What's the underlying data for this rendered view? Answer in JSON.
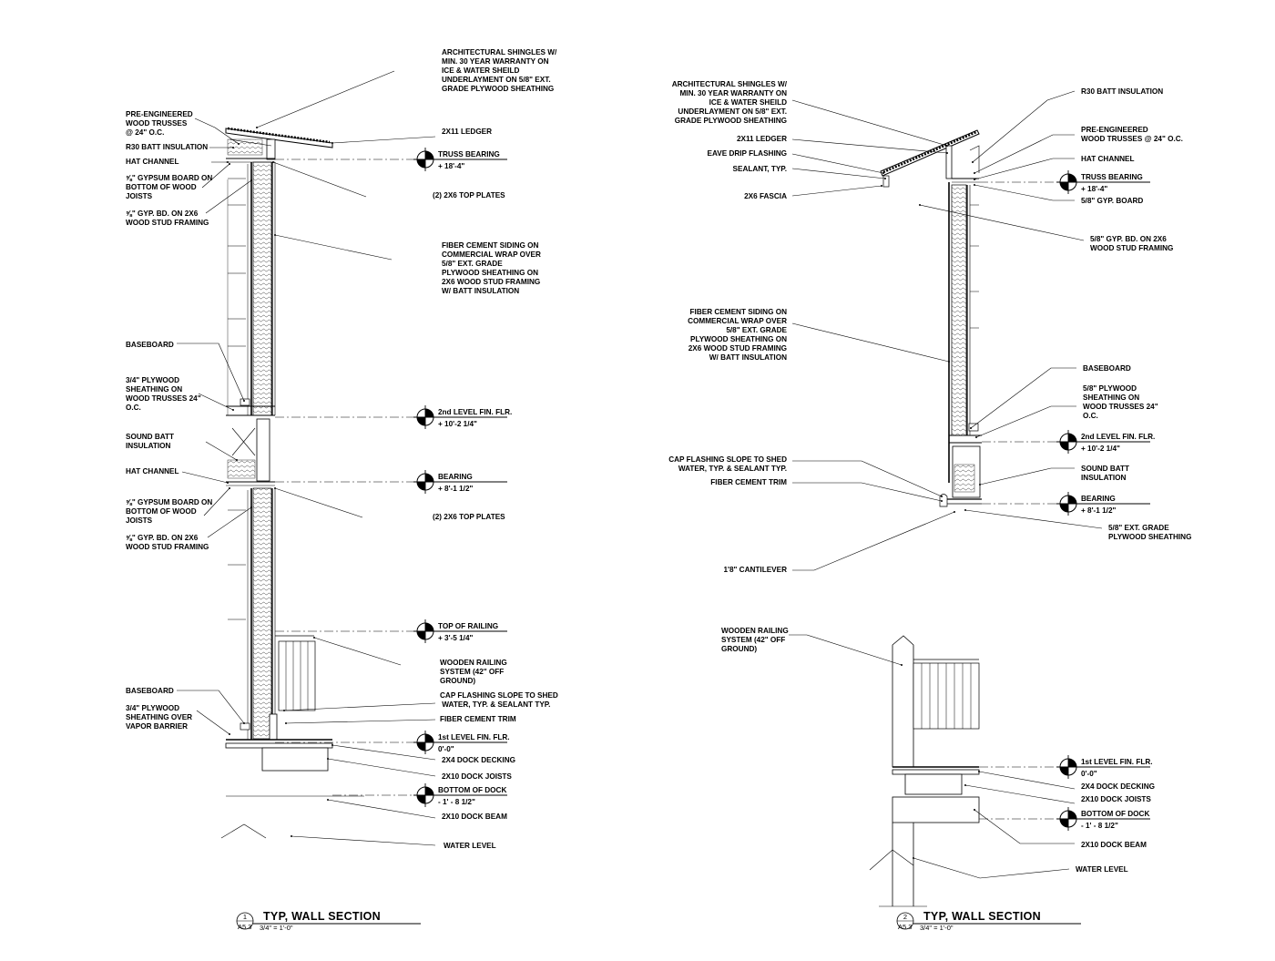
{
  "sections": [
    {
      "id": "left",
      "title": "TYP, WALL SECTION",
      "detail_number": "1",
      "sheet_ref": "A5.3",
      "scale": "3/4\" = 1'-0\"",
      "labels": [
        {
          "lines": [
            "ARCHITECTURAL SHINGLES W/",
            "MIN. 30 YEAR WARRANTY ON",
            "ICE & WATER SHEILD",
            "UNDERLAYMENT ON 5/8\" EXT.",
            "GRADE PLYWOOD SHEATHING"
          ]
        },
        {
          "lines": [
            "PRE-ENGINEERED",
            "WOOD TRUSSES",
            "@ 24\" O.C."
          ]
        },
        {
          "lines": [
            "2X11 LEDGER"
          ]
        },
        {
          "lines": [
            "R30 BATT INSULATION"
          ]
        },
        {
          "lines": [
            "HAT CHANNEL"
          ]
        },
        {
          "lines": [
            "⅝\" GYPSUM BOARD ON",
            "BOTTOM OF WOOD",
            "JOISTS"
          ]
        },
        {
          "lines": [
            "(2)   2X6 TOP PLATES"
          ]
        },
        {
          "lines": [
            "⅝\" GYP. BD. ON 2X6",
            "WOOD STUD FRAMING"
          ]
        },
        {
          "lines": [
            "FIBER CEMENT SIDING ON",
            "COMMERCIAL WRAP OVER",
            "5/8\" EXT. GRADE",
            "PLYWOOD SHEATHING ON",
            "2X6 WOOD STUD FRAMING",
            "W/ BATT INSULATION"
          ]
        },
        {
          "lines": [
            "BASEBOARD"
          ]
        },
        {
          "lines": [
            "3/4\" PLYWOOD",
            "SHEATHING ON",
            "WOOD TRUSSES 24\"",
            "O.C."
          ]
        },
        {
          "lines": [
            "SOUND BATT",
            "INSULATION"
          ]
        },
        {
          "lines": [
            "HAT CHANNEL"
          ]
        },
        {
          "lines": [
            "⅝\" GYPSUM BOARD ON",
            "BOTTOM OF WOOD",
            "JOISTS"
          ]
        },
        {
          "lines": [
            "(2)   2X6 TOP PLATES"
          ]
        },
        {
          "lines": [
            "⅝\" GYP. BD. ON 2X6",
            "WOOD STUD FRAMING"
          ]
        },
        {
          "lines": [
            "WOODEN RAILING",
            "SYSTEM (42\" OFF",
            "GROUND)"
          ]
        },
        {
          "lines": [
            "CAP FLASHING SLOPE TO SHED",
            "   WATER, TYP. & SEALANT TYP."
          ]
        },
        {
          "lines": [
            "FIBER CEMENT TRIM"
          ]
        },
        {
          "lines": [
            "BASEBOARD"
          ]
        },
        {
          "lines": [
            "3/4\" PLYWOOD",
            "SHEATHING OVER",
            "VAPOR BARRIER"
          ]
        },
        {
          "lines": [
            "2X4 DOCK DECKING"
          ]
        },
        {
          "lines": [
            "2X10 DOCK JOISTS"
          ]
        },
        {
          "lines": [
            "2X10 DOCK BEAM"
          ]
        },
        {
          "lines": [
            "WATER LEVEL"
          ]
        }
      ],
      "elevations": [
        {
          "name": "TRUSS BEARING",
          "value": "+ 18'-4\""
        },
        {
          "name": "2nd LEVEL FIN. FLR.",
          "value": "+ 10'-2 1/4\""
        },
        {
          "name": "BEARING",
          "value": "+ 8'-1 1/2\""
        },
        {
          "name": "TOP OF RAILING",
          "value": "+ 3'-5 1/4\""
        },
        {
          "name": "1st LEVEL FIN. FLR.",
          "value": "0'-0\""
        },
        {
          "name": "BOTTOM OF DOCK",
          "value": "- 1' - 8 1/2\""
        }
      ]
    },
    {
      "id": "right",
      "title": "TYP, WALL SECTION",
      "detail_number": "2",
      "sheet_ref": "A5.3",
      "scale": "3/4\" = 1'-0\"",
      "labels": [
        {
          "lines": [
            "ARCHITECTURAL SHINGLES W/",
            "MIN. 30 YEAR WARRANTY ON",
            "ICE & WATER SHEILD",
            "UNDERLAYMENT ON 5/8\" EXT.",
            "GRADE PLYWOOD SHEATHING"
          ]
        },
        {
          "lines": [
            "2X11 LEDGER"
          ]
        },
        {
          "lines": [
            "EAVE DRIP FLASHING"
          ]
        },
        {
          "lines": [
            "SEALANT, TYP."
          ]
        },
        {
          "lines": [
            "2X6 FASCIA"
          ]
        },
        {
          "lines": [
            "R30 BATT INSULATION"
          ]
        },
        {
          "lines": [
            "PRE-ENGINEERED",
            "WOOD TRUSSES @ 24\" O.C."
          ]
        },
        {
          "lines": [
            "HAT CHANNEL"
          ]
        },
        {
          "lines": [
            "5/8\" GYP. BOARD"
          ]
        },
        {
          "lines": [
            "5/8\" GYP. BD. ON 2X6",
            "WOOD STUD FRAMING"
          ]
        },
        {
          "lines": [
            "FIBER CEMENT SIDING ON",
            "COMMERCIAL WRAP OVER",
            "5/8\" EXT. GRADE",
            "PLYWOOD SHEATHING ON",
            "2X6 WOOD STUD FRAMING",
            "W/ BATT INSULATION"
          ]
        },
        {
          "lines": [
            "BASEBOARD"
          ]
        },
        {
          "lines": [
            "5/8\" PLYWOOD",
            "SHEATHING ON",
            "WOOD TRUSSES 24\"",
            "O.C."
          ]
        },
        {
          "lines": [
            "SOUND BATT",
            "INSULATION"
          ]
        },
        {
          "lines": [
            "CAP FLASHING SLOPE TO SHED",
            "WATER, TYP. & SEALANT TYP."
          ]
        },
        {
          "lines": [
            "FIBER CEMENT TRIM"
          ]
        },
        {
          "lines": [
            "5/8\" EXT. GRADE",
            "PLYWOOD SHEATHING"
          ]
        },
        {
          "lines": [
            "1'8\" CANTILEVER"
          ]
        },
        {
          "lines": [
            "WOODEN RAILING",
            "SYSTEM (42\" OFF",
            "GROUND)"
          ]
        },
        {
          "lines": [
            "2X4 DOCK DECKING"
          ]
        },
        {
          "lines": [
            "2X10 DOCK JOISTS"
          ]
        },
        {
          "lines": [
            "2X10 DOCK BEAM"
          ]
        },
        {
          "lines": [
            "WATER LEVEL"
          ]
        }
      ],
      "elevations": [
        {
          "name": "TRUSS BEARING",
          "value": "+ 18'-4\""
        },
        {
          "name": "2nd LEVEL FIN. FLR.",
          "value": "+ 10'-2 1/4\""
        },
        {
          "name": "BEARING",
          "value": "+ 8'-1 1/2\""
        },
        {
          "name": "1st LEVEL FIN. FLR.",
          "value": "0'-0\""
        },
        {
          "name": "BOTTOM OF DOCK",
          "value": "- 1' - 8 1/2\""
        }
      ]
    }
  ]
}
